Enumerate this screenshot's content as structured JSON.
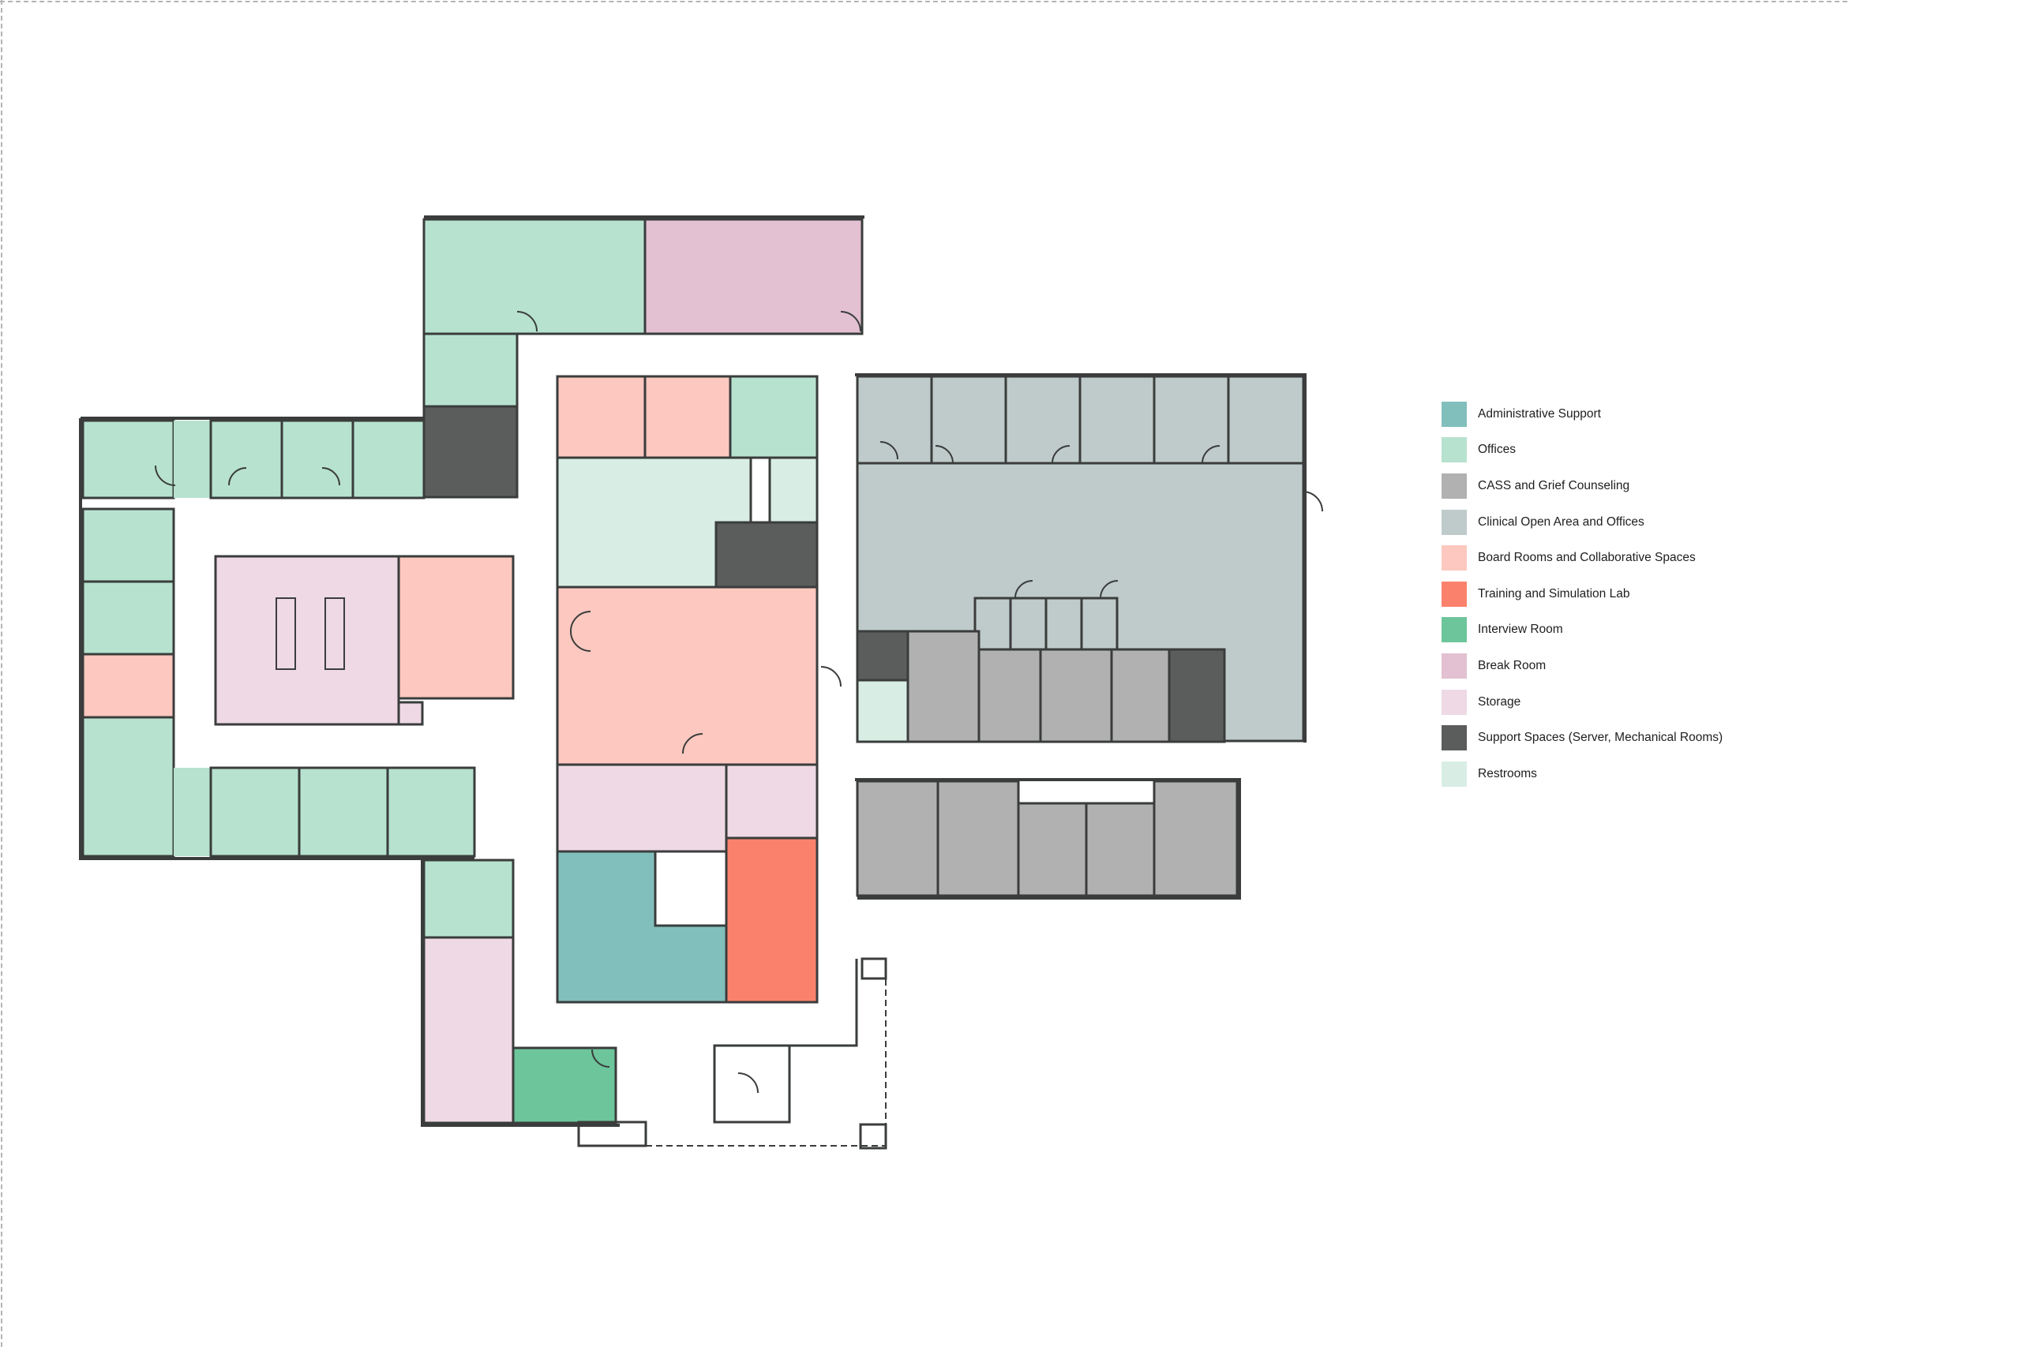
{
  "legend": {
    "items": [
      {
        "label": "Administrative Support",
        "color": "#81bfbd"
      },
      {
        "label": "Offices",
        "color": "#b7e2d0"
      },
      {
        "label": "CASS and Grief Counseling",
        "color": "#b1b1b1"
      },
      {
        "label": "Clinical Open Area and Offices",
        "color": "#bfcbca"
      },
      {
        "label": "Board Rooms and Collaborative Spaces",
        "color": "#fcc8bf"
      },
      {
        "label": "Training and Simulation Lab",
        "color": "#fa826d"
      },
      {
        "label": "Interview Room",
        "color": "#6dc59b"
      },
      {
        "label": "Break Room",
        "color": "#e3c0d2"
      },
      {
        "label": "Storage",
        "color": "#eed9e5"
      },
      {
        "label": "Support Spaces (Server, Mechanical Rooms)",
        "color": "#5a5d5c"
      },
      {
        "label": "Restrooms",
        "color": "#d8eee5"
      }
    ]
  },
  "colors": {
    "wall": "#3a3d3c",
    "background": "#ffffff",
    "frame": "#b5b5b5"
  }
}
